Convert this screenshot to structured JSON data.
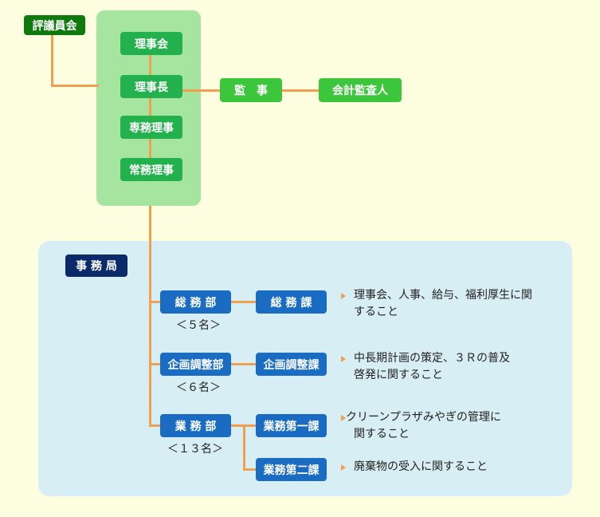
{
  "chart_data": {
    "type": "org-chart",
    "nodes": {
      "council": "評議員会",
      "board_meeting": "理事会",
      "chairman": "理事長",
      "exec_director": "専務理事",
      "managing_director": "常務理事",
      "auditor": "監　事",
      "accounting_auditor": "会計監査人",
      "secretariat": "事 務 局"
    },
    "departments": [
      {
        "name": "総 務 部",
        "staff": "＜５名＞",
        "sections": [
          {
            "name": "総 務 課",
            "duties": [
              "理事会、人事、給与、福利厚生に関",
              "すること"
            ]
          }
        ]
      },
      {
        "name": "企画調整部",
        "staff": "＜６名＞",
        "sections": [
          {
            "name": "企画調整課",
            "duties": [
              "中長期計画の策定、３Ｒの普及",
              "啓発に関すること"
            ]
          }
        ]
      },
      {
        "name": "業 務 部",
        "staff": "＜１３名＞",
        "sections": [
          {
            "name": "業務第一課",
            "duties": [
              "クリーンプラザみやぎの管理に",
              "関すること"
            ]
          },
          {
            "name": "業務第二課",
            "duties": [
              "廃棄物の受入に関すること"
            ]
          }
        ]
      }
    ]
  },
  "colors": {
    "background": "#fdfde0",
    "connector": "#f0a050",
    "board_panel": "#a5e5a0",
    "office_panel": "#d8eef5",
    "council_box": "#0e7a0e",
    "board_box": "#22b14c",
    "audit_box": "#3cc63c",
    "secretariat_box": "#0a2a6a",
    "dept_box": "#1a6cc2"
  }
}
